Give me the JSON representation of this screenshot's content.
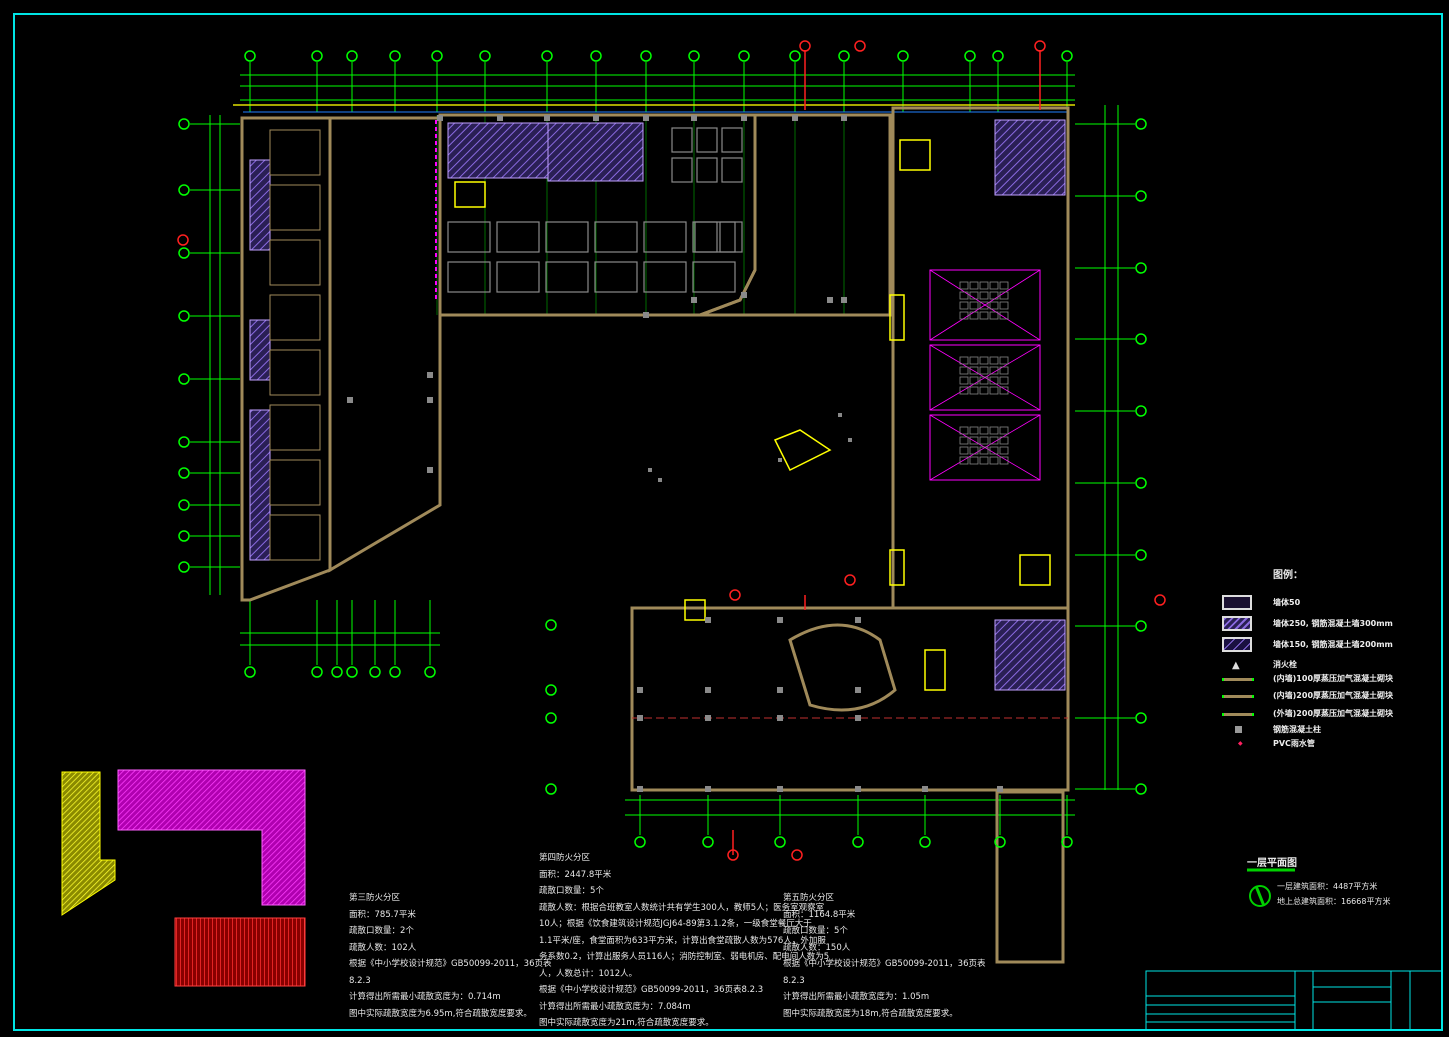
{
  "legend": {
    "title": "图例：",
    "items": [
      {
        "label": "墙体50",
        "icon": "dotted-hatch-swatch"
      },
      {
        "label": "墙体250, 钢筋混凝土墙300mm",
        "icon": "dense-hatch-swatch"
      },
      {
        "label": "墙体150, 钢筋混凝土墙200mm",
        "icon": "sparse-hatch-swatch"
      },
      {
        "label": "消火栓",
        "icon": "fire-hydrant-icon"
      },
      {
        "label": "(内墙)100厚蒸压加气混凝土砌块",
        "icon": "wall-line-icon"
      },
      {
        "label": "(内墙)200厚蒸压加气混凝土砌块",
        "icon": "wall-line-icon"
      },
      {
        "label": "(外墙)200厚蒸压加气混凝土砌块",
        "icon": "wall-line-icon"
      },
      {
        "label": "钢筋混凝土柱",
        "icon": "column-icon"
      },
      {
        "label": "PVC雨水管",
        "icon": "pipe-icon"
      }
    ]
  },
  "zones": [
    {
      "lines": [
        "第三防火分区",
        "面积：785.7平米",
        "疏散口数量：2个",
        "疏散人数：102人",
        "根据《中小学校设计规范》GB50099-2011，36页表",
        "8.2.3",
        "计算得出所需最小疏散宽度为：0.714m",
        "图中实际疏散宽度为6.95m,符合疏散宽度要求。"
      ]
    },
    {
      "lines": [
        "第四防火分区",
        "面积：2447.8平米",
        "疏散口数量：5个",
        "疏散人数：根据合班教室人数统计共有学生300人，教师5人；医务室观察室",
        "10人；根据《饮食建筑设计规范JGJ64-89第3.1.2条，一级食堂餐厅大于",
        "1.1平米/座，食堂面积为633平方米，计算出食堂疏散人数为576人，外加服",
        "务系数0.2，计算出服务人员116人；消防控制室、弱电机房、配电间人数为5",
        "人，人数总计：1012人。",
        "根据《中小学校设计规范》GB50099-2011，36页表8.2.3",
        "计算得出所需最小疏散宽度为：7.084m",
        "图中实际疏散宽度为21m,符合疏散宽度要求。"
      ]
    },
    {
      "lines": [
        "第五防火分区",
        "面积：1164.8平米",
        "疏散口数量：5个",
        "疏散人数：150人",
        "根据《中小学校设计规范》GB50099-2011，36页表",
        "8.2.3",
        "计算得出所需最小疏散宽度为：1.05m",
        "图中实际疏散宽度为18m,符合疏散宽度要求。"
      ]
    }
  ],
  "plan": {
    "title": "一层平面图",
    "ground_area": "一层建筑面积：4487平方米",
    "total_area": "地上总建筑面积：16668平方米"
  },
  "colors": {
    "border": "#00e5e5",
    "grid": "#00ff00",
    "wall": "#a08a5a",
    "hatch": "#7a5cd6",
    "magenta": "#ff00ff",
    "red": "#ff2020",
    "furniture": "#8a8a8a"
  }
}
